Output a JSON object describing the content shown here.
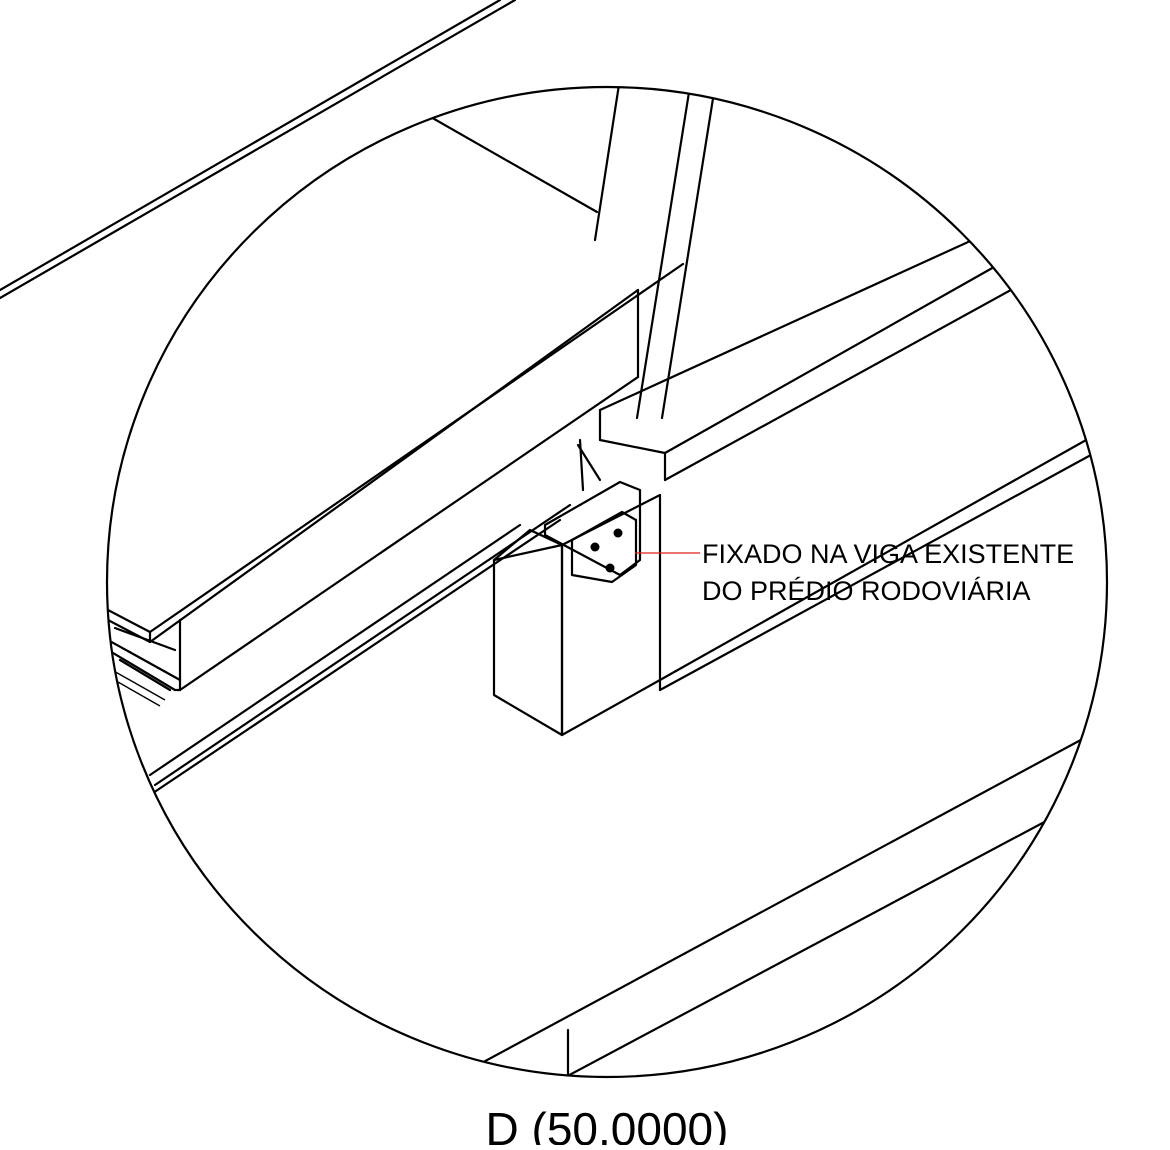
{
  "detail": {
    "title": "D (50.0000)"
  },
  "callout": {
    "line1": "FIXADO NA VIGA EXISTENTE",
    "line2": "DO PRÉDIO RODOVIÁRIA",
    "leader_color": "#e0201c"
  },
  "colors": {
    "line": "#000000",
    "background": "#ffffff"
  }
}
